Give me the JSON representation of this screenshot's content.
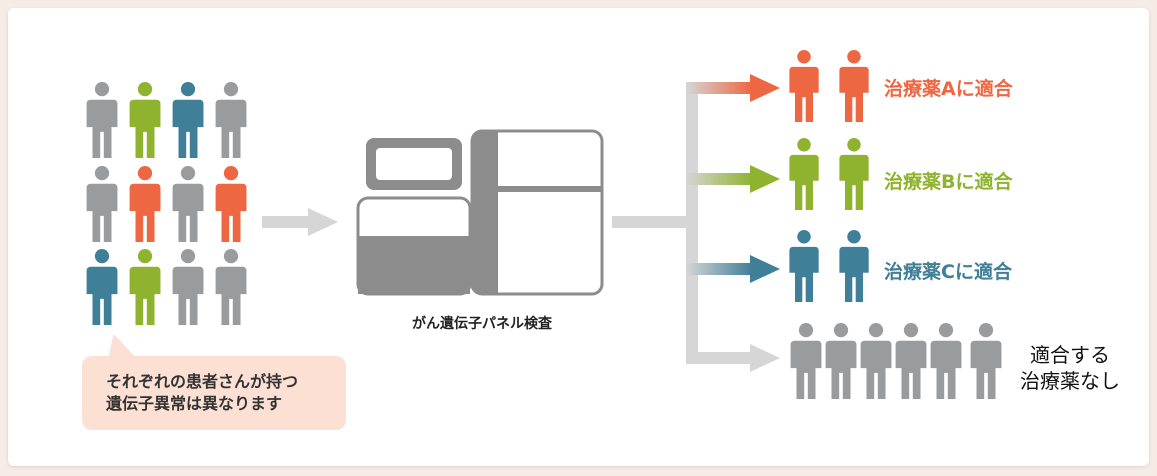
{
  "colors": {
    "gray": "#9a9b9d",
    "green": "#8fb32e",
    "blue": "#3f7f98",
    "orange": "#ec6742",
    "arrow": "#d6d6d6",
    "machine": "#8c8c8c",
    "bubble": "#fde0d4"
  },
  "patients": {
    "rows": [
      [
        "gray",
        "green",
        "blue",
        "gray"
      ],
      [
        "gray",
        "orange",
        "gray",
        "orange"
      ],
      [
        "blue",
        "green",
        "gray",
        "gray"
      ]
    ]
  },
  "bubble": {
    "line1": "それぞれの患者さんが持つ",
    "line2": "遺伝子異常は異なります"
  },
  "machine": {
    "label": "がん遺伝子パネル検査"
  },
  "outcomes": [
    {
      "label": "治療薬Aに適合",
      "color": "orange",
      "people": 2
    },
    {
      "label": "治療薬Bに適合",
      "color": "green",
      "people": 2
    },
    {
      "label": "治療薬Cに適合",
      "color": "blue",
      "people": 2
    },
    {
      "label_line1": "適合する",
      "label_line2": "治療薬なし",
      "color": "gray",
      "people": 6
    }
  ]
}
